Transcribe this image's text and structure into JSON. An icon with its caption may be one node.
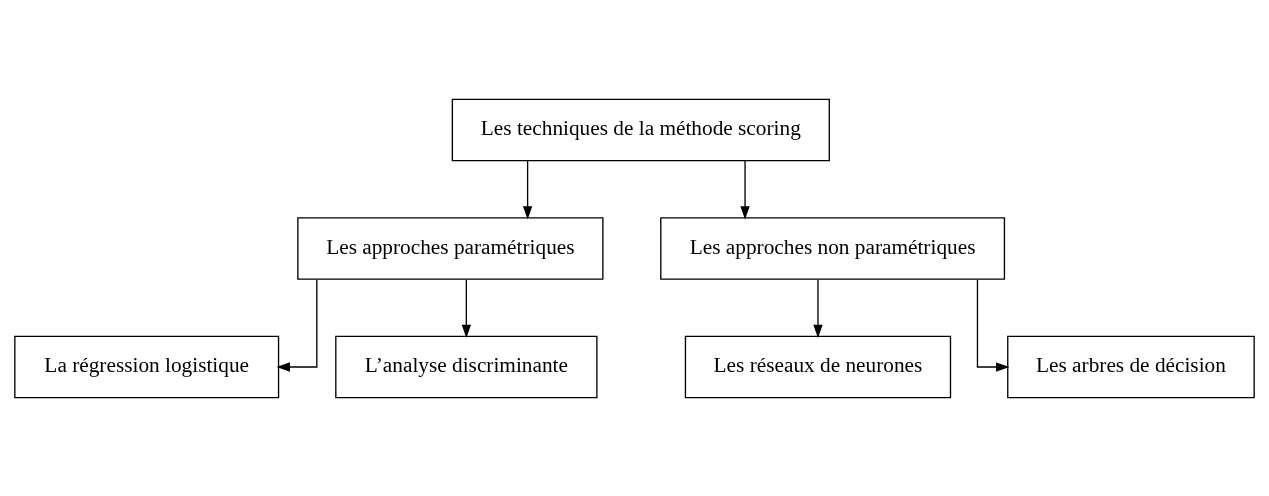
{
  "diagram": {
    "nodes": [
      {
        "text": [
          "Les techniques de la méthode scoring"
        ]
      },
      {
        "text": [
          "Les approches paramétriques"
        ]
      },
      {
        "text": [
          "Les approches non paramétriques"
        ]
      },
      {
        "text": [
          "La régression logistique"
        ]
      },
      {
        "text": [
          "L’analyse discriminante"
        ]
      },
      {
        "text": [
          "Les réseaux de neurones"
        ]
      },
      {
        "text": [
          "Les arbres de décision"
        ]
      }
    ],
    "edges": [
      {
        "from": 0,
        "to": 1,
        "arrow": "to"
      },
      {
        "from": 0,
        "to": 2,
        "arrow": "to"
      },
      {
        "from": 1,
        "to": 3,
        "arrow": "to"
      },
      {
        "from": 1,
        "to": 4,
        "arrow": "to"
      },
      {
        "from": 2,
        "to": 5,
        "arrow": "to"
      },
      {
        "from": 2,
        "to": 6,
        "arrow": "to"
      }
    ]
  }
}
